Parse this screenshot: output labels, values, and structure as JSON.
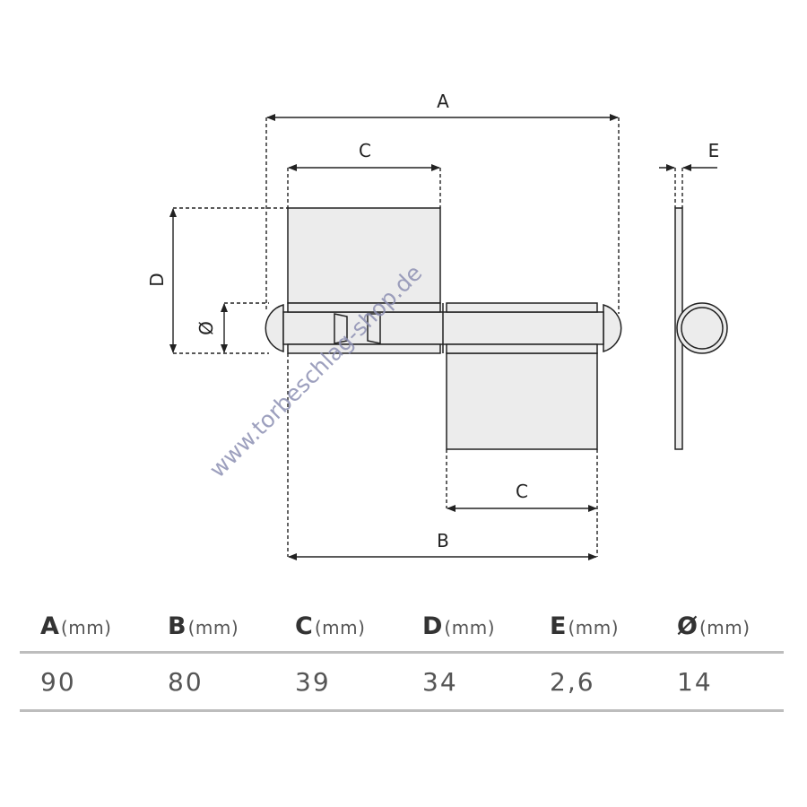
{
  "drawing": {
    "labels": {
      "A": "A",
      "B": "B",
      "C_top": "C",
      "C_bottom": "C",
      "D": "D",
      "diameter": "Ø",
      "E": "E"
    },
    "watermark": "www.torbeschlag-shop.de",
    "colors": {
      "line": "#222222",
      "fill": "#ececec",
      "watermark": "#8d90b3"
    }
  },
  "table": {
    "unit": "(mm)",
    "columns": [
      {
        "key": "A",
        "value": "90"
      },
      {
        "key": "B",
        "value": "80"
      },
      {
        "key": "C",
        "value": "39"
      },
      {
        "key": "D",
        "value": "34"
      },
      {
        "key": "E",
        "value": "2,6"
      },
      {
        "key": "Ø",
        "value": "14"
      }
    ]
  }
}
